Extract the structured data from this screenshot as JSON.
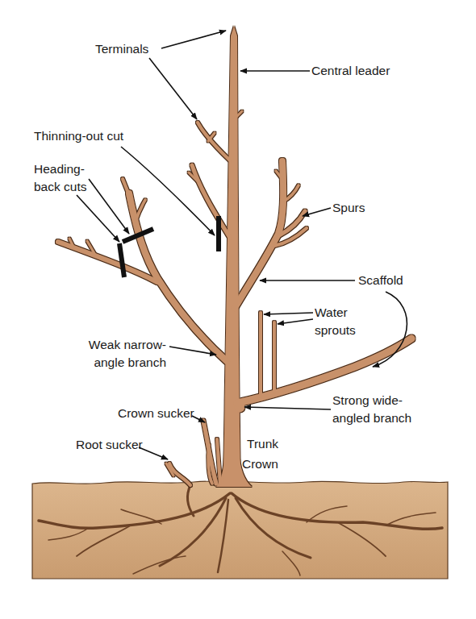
{
  "diagram": {
    "labels": [
      "Terminals",
      "Central leader",
      "Thinning-out cut",
      "Heading-back cuts",
      "Spurs",
      "Scaffold",
      "Water sprouts",
      "Weak narrow-angle branch",
      "Crown sucker",
      "Strong wide-angled branch",
      "Root sucker",
      "Trunk",
      "Crown"
    ]
  }
}
